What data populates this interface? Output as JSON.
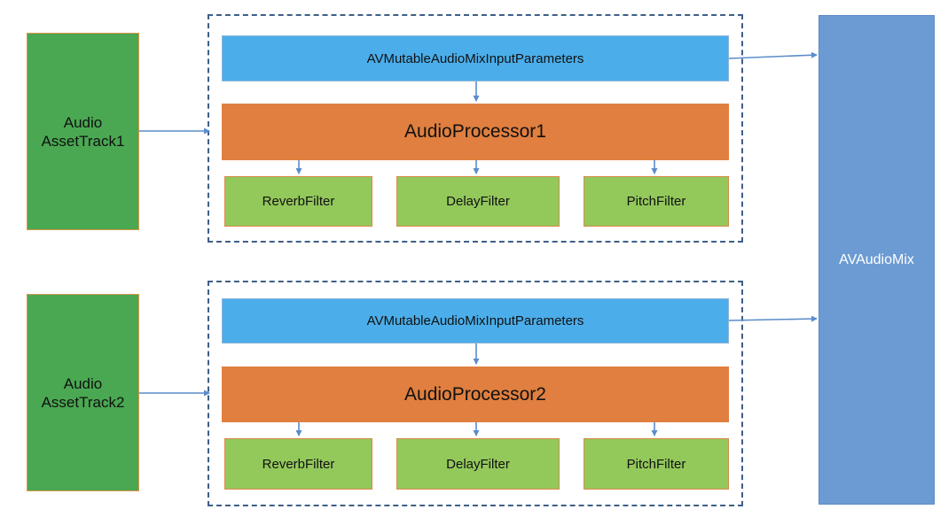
{
  "tracks": [
    {
      "line1": "Audio",
      "line2": "AssetTrack1"
    },
    {
      "line1": "Audio",
      "line2": "AssetTrack2"
    }
  ],
  "pipelines": [
    {
      "params_label": "AVMutableAudioMixInputParameters",
      "processor_label": "AudioProcessor1",
      "filters": [
        "ReverbFilter",
        "DelayFilter",
        "PitchFilter"
      ]
    },
    {
      "params_label": "AVMutableAudioMixInputParameters",
      "processor_label": "AudioProcessor2",
      "filters": [
        "ReverbFilter",
        "DelayFilter",
        "PitchFilter"
      ]
    }
  ],
  "mix": {
    "label": "AVAudioMix"
  },
  "colors": {
    "track": "#4aa852",
    "params": "#4baeea",
    "processor": "#e07f3f",
    "filter": "#93c85b",
    "mix": "#6b9bd2",
    "arrow": "#5a8ccb",
    "group_border": "#3e5f86"
  }
}
